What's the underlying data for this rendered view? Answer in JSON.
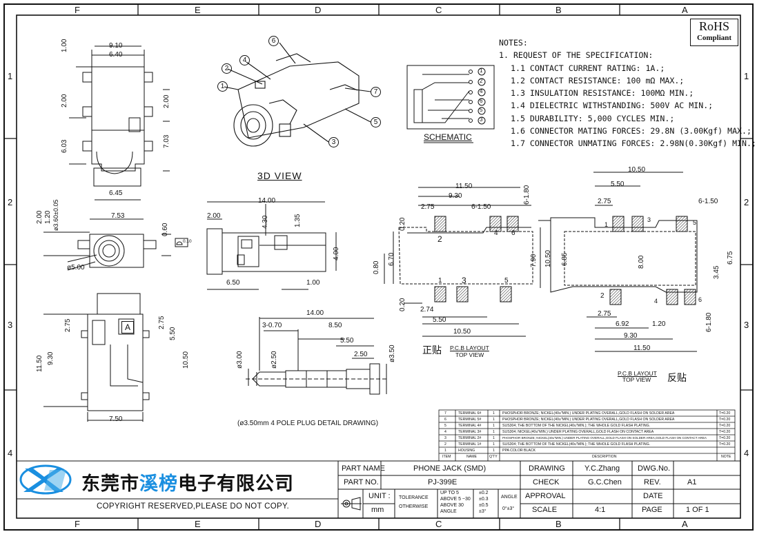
{
  "border": {
    "columns": [
      "F",
      "E",
      "D",
      "C",
      "B",
      "A"
    ],
    "rows": [
      "1",
      "2",
      "3",
      "4"
    ]
  },
  "rohs": {
    "title": "RoHS",
    "subtitle": "Compliant"
  },
  "notes": {
    "heading": "NOTES:",
    "item1": "1. REQUEST OF THE SPECIFICATION:",
    "lines": [
      "1.1 CONTACT CURRENT RATING: 1A.;",
      "1.2 CONTACT RESISTANCE: 100 mΩ MAX.;",
      "1.3 INSULATION RESISTANCE: 100MΩ MIN.;",
      "1.4 DIELECTRIC WITHSTANDING: 500V AC MIN.;",
      "1.5 DURABILITY: 5,000 CYCLES MIN.;",
      "1.6 CONNECTOR MATING FORCES: 29.8N (3.00Kgf) MAX.;",
      "1.7 CONNECTOR UNMATING FORCES: 2.98N(0.30Kgf) MIN.;"
    ]
  },
  "labels": {
    "view3d": "3D VIEW",
    "schematic": "SCHEMATIC",
    "plug": "(ø3.50mm 4 POLE PLUG DETAIL DRAWING)",
    "pcb_front_cn": "正贴",
    "pcb_front_1": "P.C.B LAYOUT",
    "pcb_front_2": "TOP VIEW",
    "pcb_rev_cn": "反贴",
    "pcb_rev_1": "P.C.B LAYOUT",
    "pcb_rev_2": "TOP VIEW",
    "view_a": "A",
    "flatness": "0.10"
  },
  "callouts": [
    "1",
    "2",
    "3",
    "4",
    "5",
    "6",
    "7"
  ],
  "schematic_pins": [
    "1",
    "2",
    "4",
    "6",
    "5",
    "3"
  ],
  "dims": {
    "top": [
      "9.10",
      "6.40",
      "1.00",
      "2.00",
      "2.00",
      "6.03",
      "7.03",
      "6.45"
    ],
    "front": [
      "7.53",
      "2.00",
      "1.20",
      "ø3.60±0.05",
      "0.60",
      "ø5.00"
    ],
    "side": [
      "14.00",
      "2.00",
      "4.30",
      "1.35",
      "4.00",
      "6.50",
      "1.00"
    ],
    "bottom": [
      "2.75",
      "2.75",
      "5.50",
      "9.30",
      "11.50",
      "10.50",
      "7.50"
    ],
    "plug": [
      "14.00",
      "3-0.70",
      "8.50",
      "5.50",
      "2.50",
      "ø3.00",
      "ø2.50",
      "ø3.50"
    ],
    "pcbf": [
      "11.50",
      "9.30",
      "2.75",
      "6-1.50",
      "6-1.80",
      "0.20",
      "6.70",
      "7.90",
      "0.80",
      "0.20",
      "2.74",
      "5.50",
      "10.50"
    ],
    "pcbr": [
      "10.50",
      "5.50",
      "2.75",
      "6-1.50",
      "6.85",
      "8.00",
      "10.50",
      "6.75",
      "3.45",
      "2.75",
      "6.92",
      "1.20",
      "9.30",
      "11.50",
      "6-1.80"
    ]
  },
  "bom": {
    "rows": [
      [
        "7",
        "TERMINAL 6#",
        "1",
        "PHOSPHOR BRONZE; NICKEL(40u\"MIN.) UNDER PLATING OVERALL,GOLD FLASH ON SOLDER AREA",
        "T=0.20"
      ],
      [
        "6",
        "TERMINAL 5#",
        "1",
        "PHOSPHOR BRONZE; NICKEL(40u\"MIN.) UNDER PLATING OVERALL,GOLD FLASH ON SOLDER AREA",
        "T=0.20"
      ],
      [
        "5",
        "TERMINAL 4#",
        "1",
        "SUS304; THE BOTTOM OF THE NICKEL(40u\"MIN.); THE WHOLE GOLD FLASH PLATING.",
        "T=0.20"
      ],
      [
        "4",
        "TERMINAL 3#",
        "1",
        "SUS304; NICKEL(40u\"MIN.) UNDER PLATING OVERALL,GOLD FLASH ON CONTACT AREA",
        "T=0.20"
      ],
      [
        "3",
        "TERMINAL 2#",
        "1",
        "PHOSPHOR BRONZE; NICKEL(40u\"MIN.) UNDER PLATING OVERALL,GOLD FLASH ON SOLDER AREA,GOLD FLASH ON CONTACT AREA",
        "T=0.20"
      ],
      [
        "2",
        "TERMINAL 1#",
        "1",
        "SUS304; THE BOTTOM OF THE NICKEL(40u\"MIN.); THE WHOLE GOLD FLASH PLATING.",
        "T=0.20"
      ],
      [
        "1",
        "HOUSING",
        "1",
        "PPA  COLOR BLACK",
        ""
      ]
    ],
    "header": [
      "ITEM",
      "NAME",
      "Q'TY",
      "DESCRIPTION",
      "NOTE"
    ]
  },
  "title_block": {
    "company": "东莞市溪榜电子有限公司",
    "company_a": "东莞市",
    "company_b": "溪榜",
    "company_c": "电子有限公司",
    "copyright": "COPYRIGHT RESERVED,PLEASE DO NOT COPY.",
    "part_name_label": "PART NAME",
    "part_name": "PHONE JACK (SMD)",
    "part_no_label": "PART NO.",
    "part_no": "PJ-399E",
    "unit_label": "UNIT :",
    "unit": "mm",
    "tol_label1": "TOLERANCE",
    "tol_label2": "OTHERWISE",
    "tol_rows": [
      "UP TO 5",
      "ABOVE 5 ~30",
      "ABOVE 30",
      "ANGLE"
    ],
    "tol_vals": [
      "±0.2",
      "±0.3",
      "±0.5",
      "±3°"
    ],
    "angle_label": "ANGLE",
    "angle_val": "0°±3°",
    "drawing_label": "DRAWING",
    "drawing": "Y.C.Zhang",
    "check_label": "CHECK",
    "check": "G.C.Chen",
    "approval_label": "APPROVAL",
    "scale_label": "SCALE",
    "scale": "4:1",
    "dwg_label": "DWG.No.",
    "rev_label": "REV.",
    "rev": "A1",
    "date_label": "DATE",
    "page_label": "PAGE",
    "page": "1 OF 1"
  },
  "colors": {
    "line": "#111111",
    "accent": "#1a8fe0",
    "pad_hatch": "#333333"
  }
}
